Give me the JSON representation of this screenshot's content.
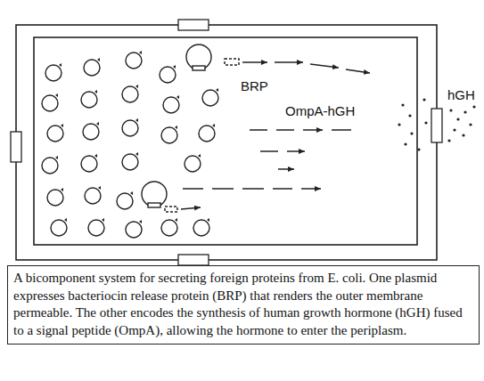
{
  "diagram": {
    "caption": "A bicomponent system for secreting foreign proteins from E. coli. One plasmid expresses bacteriocin release protein (BRP) that renders the outer membrane permeable. The other encodes the synthesis of human growth hormone (hGH) fused to a signal peptide (OmpA), allowing the hormone to enter the periplasm.",
    "labels": [
      "BRP",
      "OmpA-hGH",
      "hGH"
    ]
  }
}
